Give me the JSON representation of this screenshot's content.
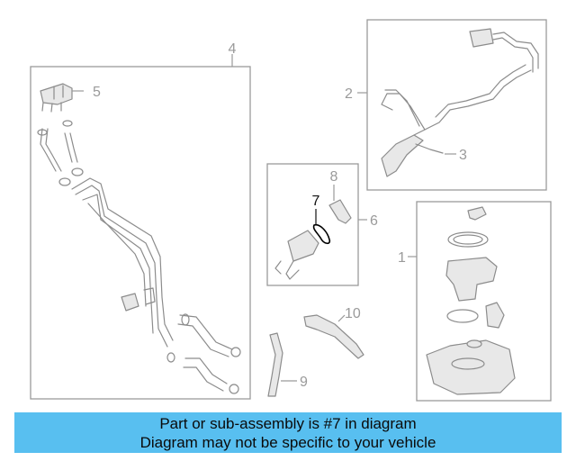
{
  "callouts": [
    {
      "id": "c1",
      "label": "1",
      "highlight": false
    },
    {
      "id": "c2",
      "label": "2",
      "highlight": false
    },
    {
      "id": "c3",
      "label": "3",
      "highlight": false
    },
    {
      "id": "c4",
      "label": "4",
      "highlight": false
    },
    {
      "id": "c5",
      "label": "5",
      "highlight": false
    },
    {
      "id": "c6",
      "label": "6",
      "highlight": false
    },
    {
      "id": "c7",
      "label": "7",
      "highlight": true
    },
    {
      "id": "c8",
      "label": "8",
      "highlight": false
    },
    {
      "id": "c9",
      "label": "9",
      "highlight": false
    },
    {
      "id": "c10",
      "label": "10",
      "highlight": false
    }
  ],
  "banner": {
    "line1": "Part or sub-assembly is #7 in diagram",
    "line2": "Diagram may not be specific to your vehicle",
    "background": "#58bff0"
  },
  "colors": {
    "line": "#8c8c8c",
    "highlight": "#000000"
  }
}
